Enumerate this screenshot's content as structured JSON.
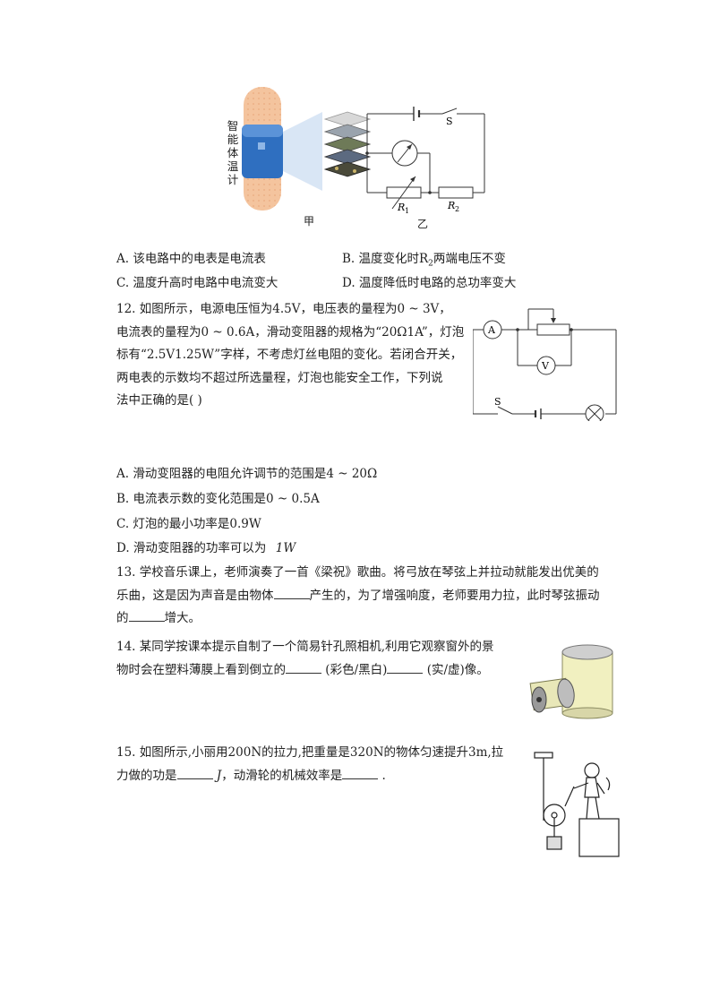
{
  "figure11": {
    "thermo_chars": [
      "智",
      "能",
      "体",
      "温",
      "计"
    ],
    "label_jia": "甲",
    "label_yi": "乙",
    "switch_label": "S",
    "r1_label": "R",
    "r1_sub": "1",
    "r2_label": "R",
    "r2_sub": "2"
  },
  "q11": {
    "optA": "A.  该电路中的电表是电流表",
    "optB_pre": "B.  温度变化时R",
    "optB_sub": "2",
    "optB_post": "两端电压不变",
    "optC": "C.  温度升高时电路中电流变大",
    "optD": "D.  温度降低时电路的总功率变大"
  },
  "q12": {
    "line1": "12.   如图所示，电源电压恒为4.5V，电压表的量程为0 ~ 3V，",
    "line2": "电流表的量程为0 ~ 0.6A，滑动变阻器的规格为“20Ω1A”，灯泡",
    "line3": "标有“2.5V1.25W”字样，不考虑灯丝电阻的变化。若闭合开关，",
    "line4": "两电表的示数均不超过所选量程，灯泡也能安全工作，下列说",
    "line5": "法中正确的是(    )",
    "ammeter": "A",
    "voltmeter": "V",
    "switch": "S",
    "optA": "A.  滑动变阻器的电阻允许调节的范围是4 ~ 20Ω",
    "optB": "B.  电流表示数的变化范围是0 ~ 0.5A",
    "optC": "C.  灯泡的最小功率是0.9W",
    "optD_pre": "D.  滑动变阻器的功率可以为",
    "optD_val": "1W"
  },
  "q13": {
    "part1": "13.   学校音乐课上，老师演奏了一首《梁祝》歌曲。将弓放在琴弦上并拉动就能发出优美的",
    "part2": "乐曲，这是因为声音是由物体",
    "part3": "产生的，为了增强响度，老师要用力拉，此时琴弦振动",
    "part4": "的",
    "part5": "增大。"
  },
  "q14": {
    "line1": "14.   某同学按课本提示自制了一个简易针孔照相机,利用它观察窗外的景",
    "line2_pre": "物时会在塑料薄膜上看到倒立的",
    "line2_mid": "(彩色/黑白)",
    "line2_post": "(实/虚)像。"
  },
  "q15": {
    "line1": "15.   如图所示,小丽用200N的拉力,把重量是320N的物体匀速提升3m,拉",
    "line2_pre": "力做的功是",
    "line2_unit": "J",
    "line2_mid": "，动滑轮的机械效率是",
    "line2_end": "."
  },
  "colors": {
    "bandage": "#f4c49e",
    "sensor_blue": "#2f6fc0",
    "text": "#222222"
  }
}
